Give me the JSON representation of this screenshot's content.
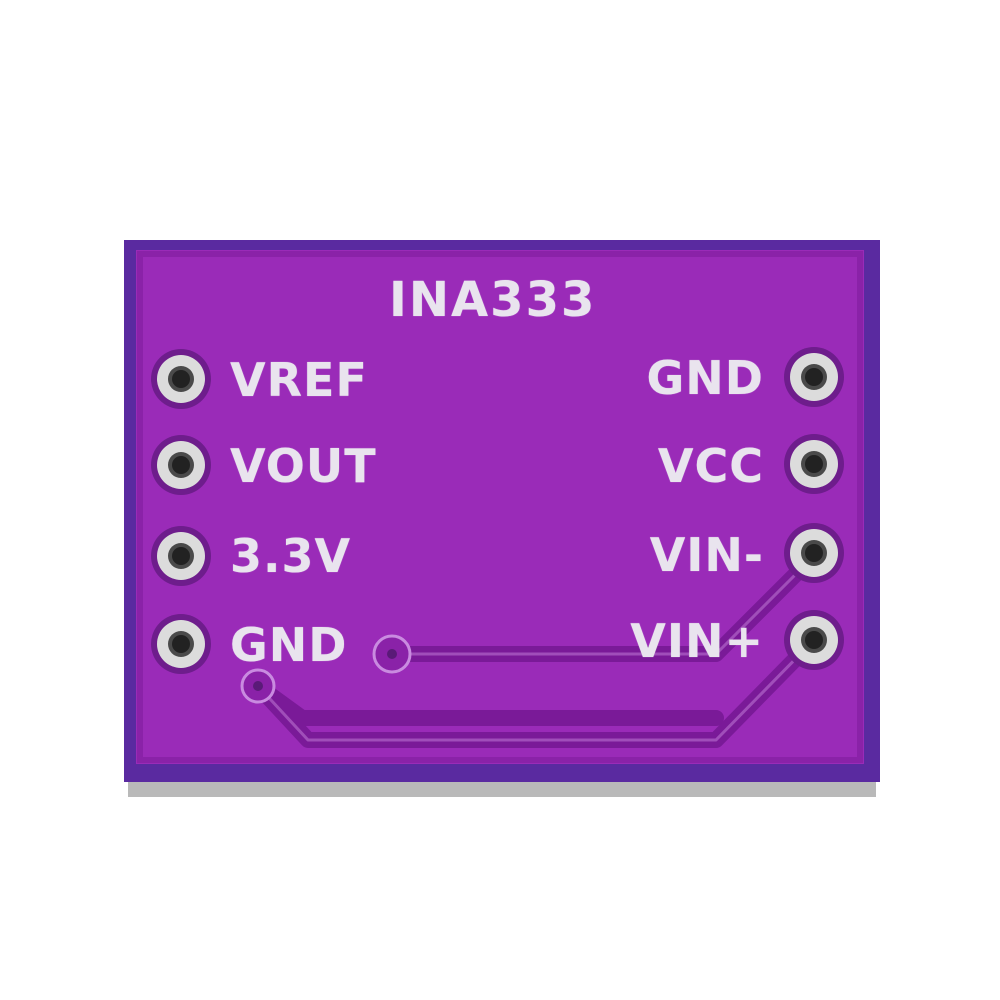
{
  "board": {
    "title": "INA333",
    "left_pins": [
      {
        "label": "VREF"
      },
      {
        "label": "VOUT"
      },
      {
        "label": "3.3V"
      },
      {
        "label": "GND"
      }
    ],
    "right_pins": [
      {
        "label": "GND"
      },
      {
        "label": "VCC"
      },
      {
        "label": "VIN-"
      },
      {
        "label": "VIN+"
      }
    ],
    "colors": {
      "pcb": "#9a2bb8",
      "pcb_edge": "#5a2aa0",
      "silkscreen": "#e9e4ee",
      "pad": "#d9d9d9",
      "background": "#ffffff"
    }
  }
}
